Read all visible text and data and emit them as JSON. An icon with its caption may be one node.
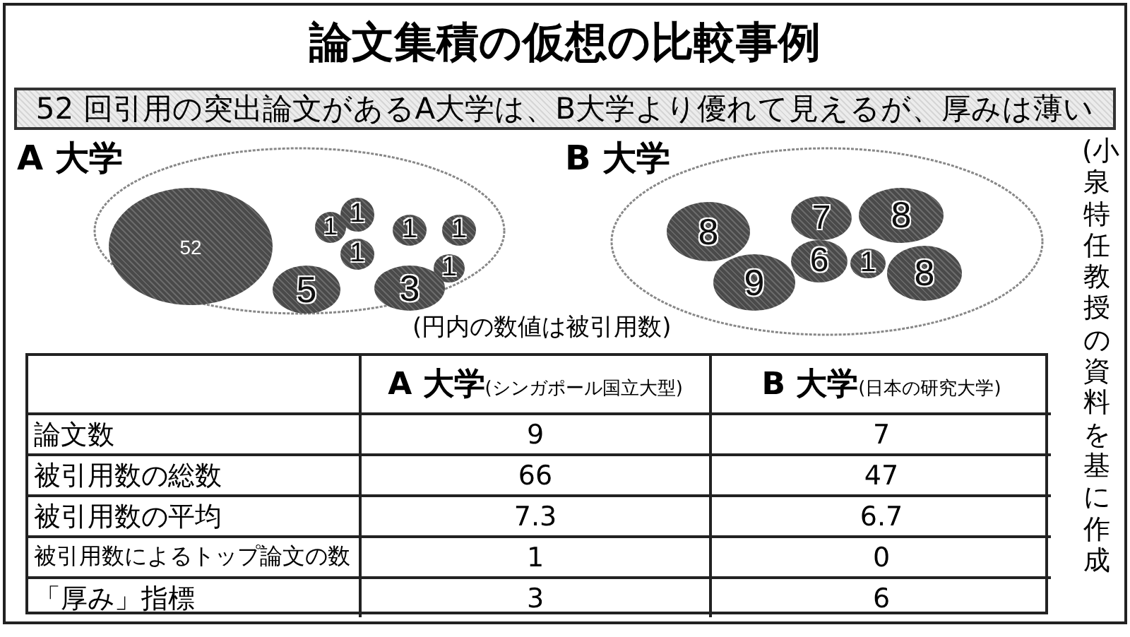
{
  "diagram": {
    "title": "論文集積の仮想の比較事例",
    "nodes": [
      {
        "text": [
          "52 回引用の突出論文があるA大学は、B大学より優れて見えるが、厚みは薄い"
        ]
      },
      {
        "text": [
          "A 大学"
        ]
      },
      {
        "text": [
          "52"
        ],
        "in": 1
      },
      {
        "text": [
          "1"
        ],
        "in": 1
      },
      {
        "text": [
          "1"
        ],
        "in": 1
      },
      {
        "text": [
          "1"
        ],
        "in": 1
      },
      {
        "text": [
          "1"
        ],
        "in": 1
      },
      {
        "text": [
          "1"
        ],
        "in": 1
      },
      {
        "text": [
          "5"
        ],
        "in": 1
      },
      {
        "text": [
          "3"
        ],
        "in": 1
      },
      {
        "text": [
          "1"
        ],
        "in": 1
      },
      {
        "text": [
          "B 大学"
        ]
      },
      {
        "text": [
          "8"
        ],
        "in": 11
      },
      {
        "text": [
          "9"
        ],
        "in": 11
      },
      {
        "text": [
          "7"
        ],
        "in": 11
      },
      {
        "text": [
          "6"
        ],
        "in": 11
      },
      {
        "text": [
          "1"
        ],
        "in": 11
      },
      {
        "text": [
          "8"
        ],
        "in": 11
      },
      {
        "text": [
          "8"
        ],
        "in": 11
      }
    ],
    "labels": [
      "(円内の数値は被引用数)",
      "**A 大学**(シンガポール国立大型)",
      "**B 大学**(日本の研究大学)",
      "論文数",
      "9",
      "7",
      "被引用数の総数",
      "66",
      "47",
      "被引用数の平均",
      "7.3",
      "6.7",
      "被引用数によるトップ論文の数",
      "1",
      "0",
      "「厚み」指標",
      "3",
      "6",
      "(小泉特任教授の資料を基に作成"
    ]
  }
}
